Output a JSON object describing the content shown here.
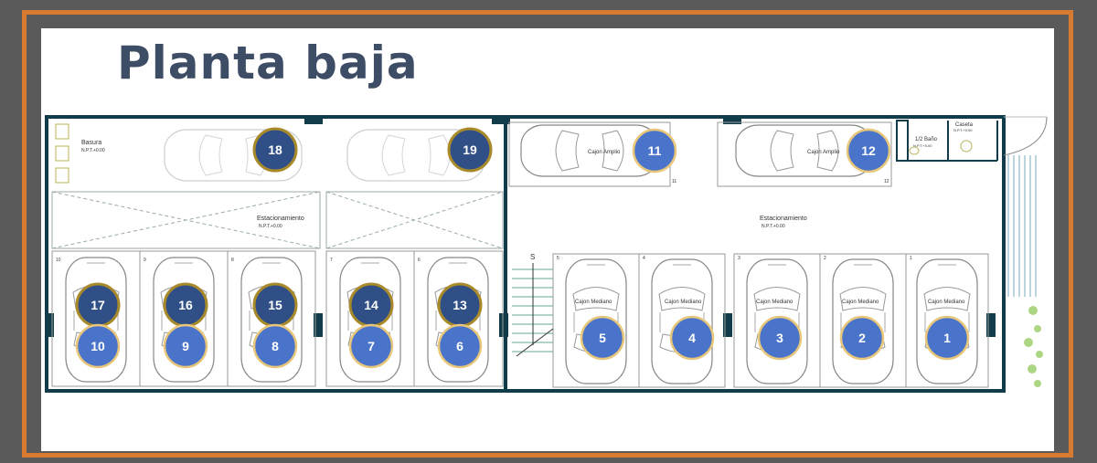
{
  "title": "Planta baja",
  "labels": {
    "basura": "Basura",
    "basura_npt": "N.P.T.+0.00",
    "estacionamiento_left": "Estacionamiento",
    "estacionamiento_left_npt": "N.P.T.+0.00",
    "estacionamiento_right": "Estacionamiento",
    "estacionamiento_right_npt": "N.P.T.+0.00",
    "bano": "1/2 Baño",
    "bano_npt": "N.P.T.+0.00",
    "caseta": "Caseta",
    "caseta_npt": "N.P.T.+0.00",
    "stair": "S"
  },
  "spaces": {
    "s1": {
      "number": "1",
      "style": "light",
      "cap": "Cajon Mediano",
      "tag": "1"
    },
    "s2": {
      "number": "2",
      "style": "light",
      "cap": "Cajon Mediano",
      "tag": "2"
    },
    "s3": {
      "number": "3",
      "style": "light",
      "cap": "Cajon Mediano",
      "tag": "3"
    },
    "s4": {
      "number": "4",
      "style": "light",
      "cap": "Cajon Mediano",
      "tag": "4"
    },
    "s5": {
      "number": "5",
      "style": "light",
      "cap": "Cajon Mediano",
      "tag": "5"
    },
    "s6": {
      "number": "6",
      "style": "light",
      "tag": "6"
    },
    "s7": {
      "number": "7",
      "style": "light",
      "tag": "7"
    },
    "s8": {
      "number": "8",
      "style": "light",
      "tag": "8"
    },
    "s9": {
      "number": "9",
      "style": "light",
      "tag": "9"
    },
    "s10": {
      "number": "10",
      "style": "light",
      "tag": "10"
    },
    "s11": {
      "number": "11",
      "style": "light",
      "cap": "Cajon Amplio",
      "tag": "11"
    },
    "s12": {
      "number": "12",
      "style": "light",
      "cap": "Cajon Amplio",
      "tag": "12"
    },
    "s13": {
      "number": "13",
      "style": "dark"
    },
    "s14": {
      "number": "14",
      "style": "dark"
    },
    "s15": {
      "number": "15",
      "style": "dark"
    },
    "s16": {
      "number": "16",
      "style": "dark"
    },
    "s17": {
      "number": "17",
      "style": "dark"
    },
    "s18": {
      "number": "18",
      "style": "dark"
    },
    "s19": {
      "number": "19",
      "style": "dark"
    }
  },
  "colors": {
    "frame": "#d97a33",
    "background": "#5a5a5a",
    "title": "#3e4d66",
    "walls": "#123c4a",
    "badge_light": "#4a74c9",
    "badge_dark": "#2f4f86",
    "badge_ring": "#e8c77b",
    "badge_ring_dark": "#a98a2a"
  }
}
